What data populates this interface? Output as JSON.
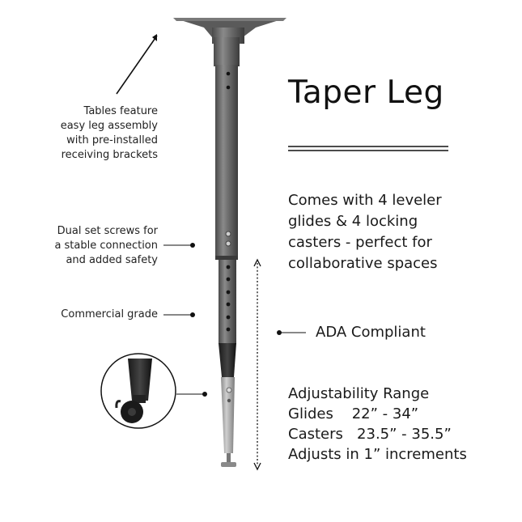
{
  "title": "Taper Leg",
  "notes": {
    "assembly": [
      "Tables feature",
      "easy leg assembly",
      "with pre-installed",
      "receiving brackets"
    ],
    "screws": [
      "Dual set screws for",
      "a stable connection",
      "and added safety"
    ],
    "grade": "Commercial grade"
  },
  "description": [
    "Comes with 4 leveler",
    "glides & 4 locking",
    "casters - perfect for",
    "collaborative spaces"
  ],
  "ada": "ADA Compliant",
  "adjustability": {
    "heading": "Adjustability Range",
    "glides": "Glides    22” - 34”",
    "casters": "Casters   23.5” - 35.5”",
    "increments": "Adjusts in 1” increments"
  }
}
